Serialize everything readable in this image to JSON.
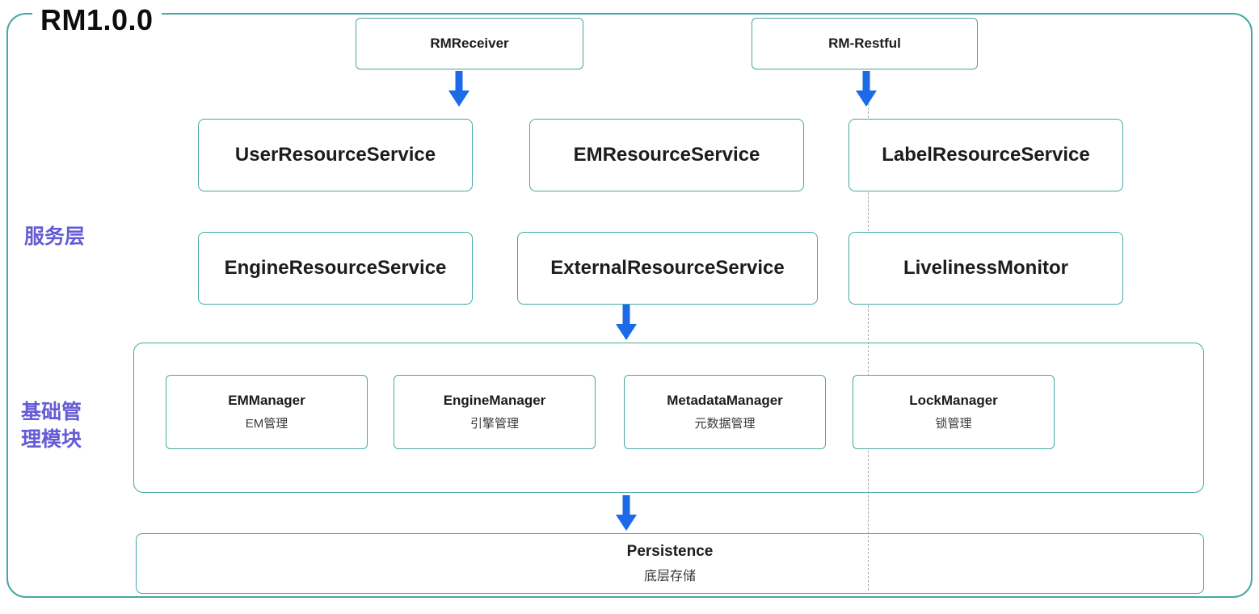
{
  "title": "RM1.0.0",
  "colors": {
    "box_border": "#46a8a1",
    "arrow_blue": "#1b6ae8",
    "layer_label_purple": "#655bd6",
    "text_dark": "#1c1c1c"
  },
  "top_nodes": [
    {
      "label": "RMReceiver"
    },
    {
      "label": "RM-Restful"
    }
  ],
  "service_layer": {
    "label": "服务层",
    "row1": [
      "UserResourceService",
      "EMResourceService",
      "LabelResourceService"
    ],
    "row2": [
      "EngineResourceService",
      "ExternalResourceService",
      "LivelinessMonitor"
    ]
  },
  "management": {
    "label_line1": "基础管",
    "label_line2": "理模块",
    "items": [
      {
        "name": "EMManager",
        "desc": "EM管理"
      },
      {
        "name": "EngineManager",
        "desc": "引擎管理"
      },
      {
        "name": "MetadataManager",
        "desc": "元数据管理"
      },
      {
        "name": "LockManager",
        "desc": "锁管理"
      }
    ]
  },
  "persistence": {
    "name": "Persistence",
    "desc": "底层存储"
  }
}
